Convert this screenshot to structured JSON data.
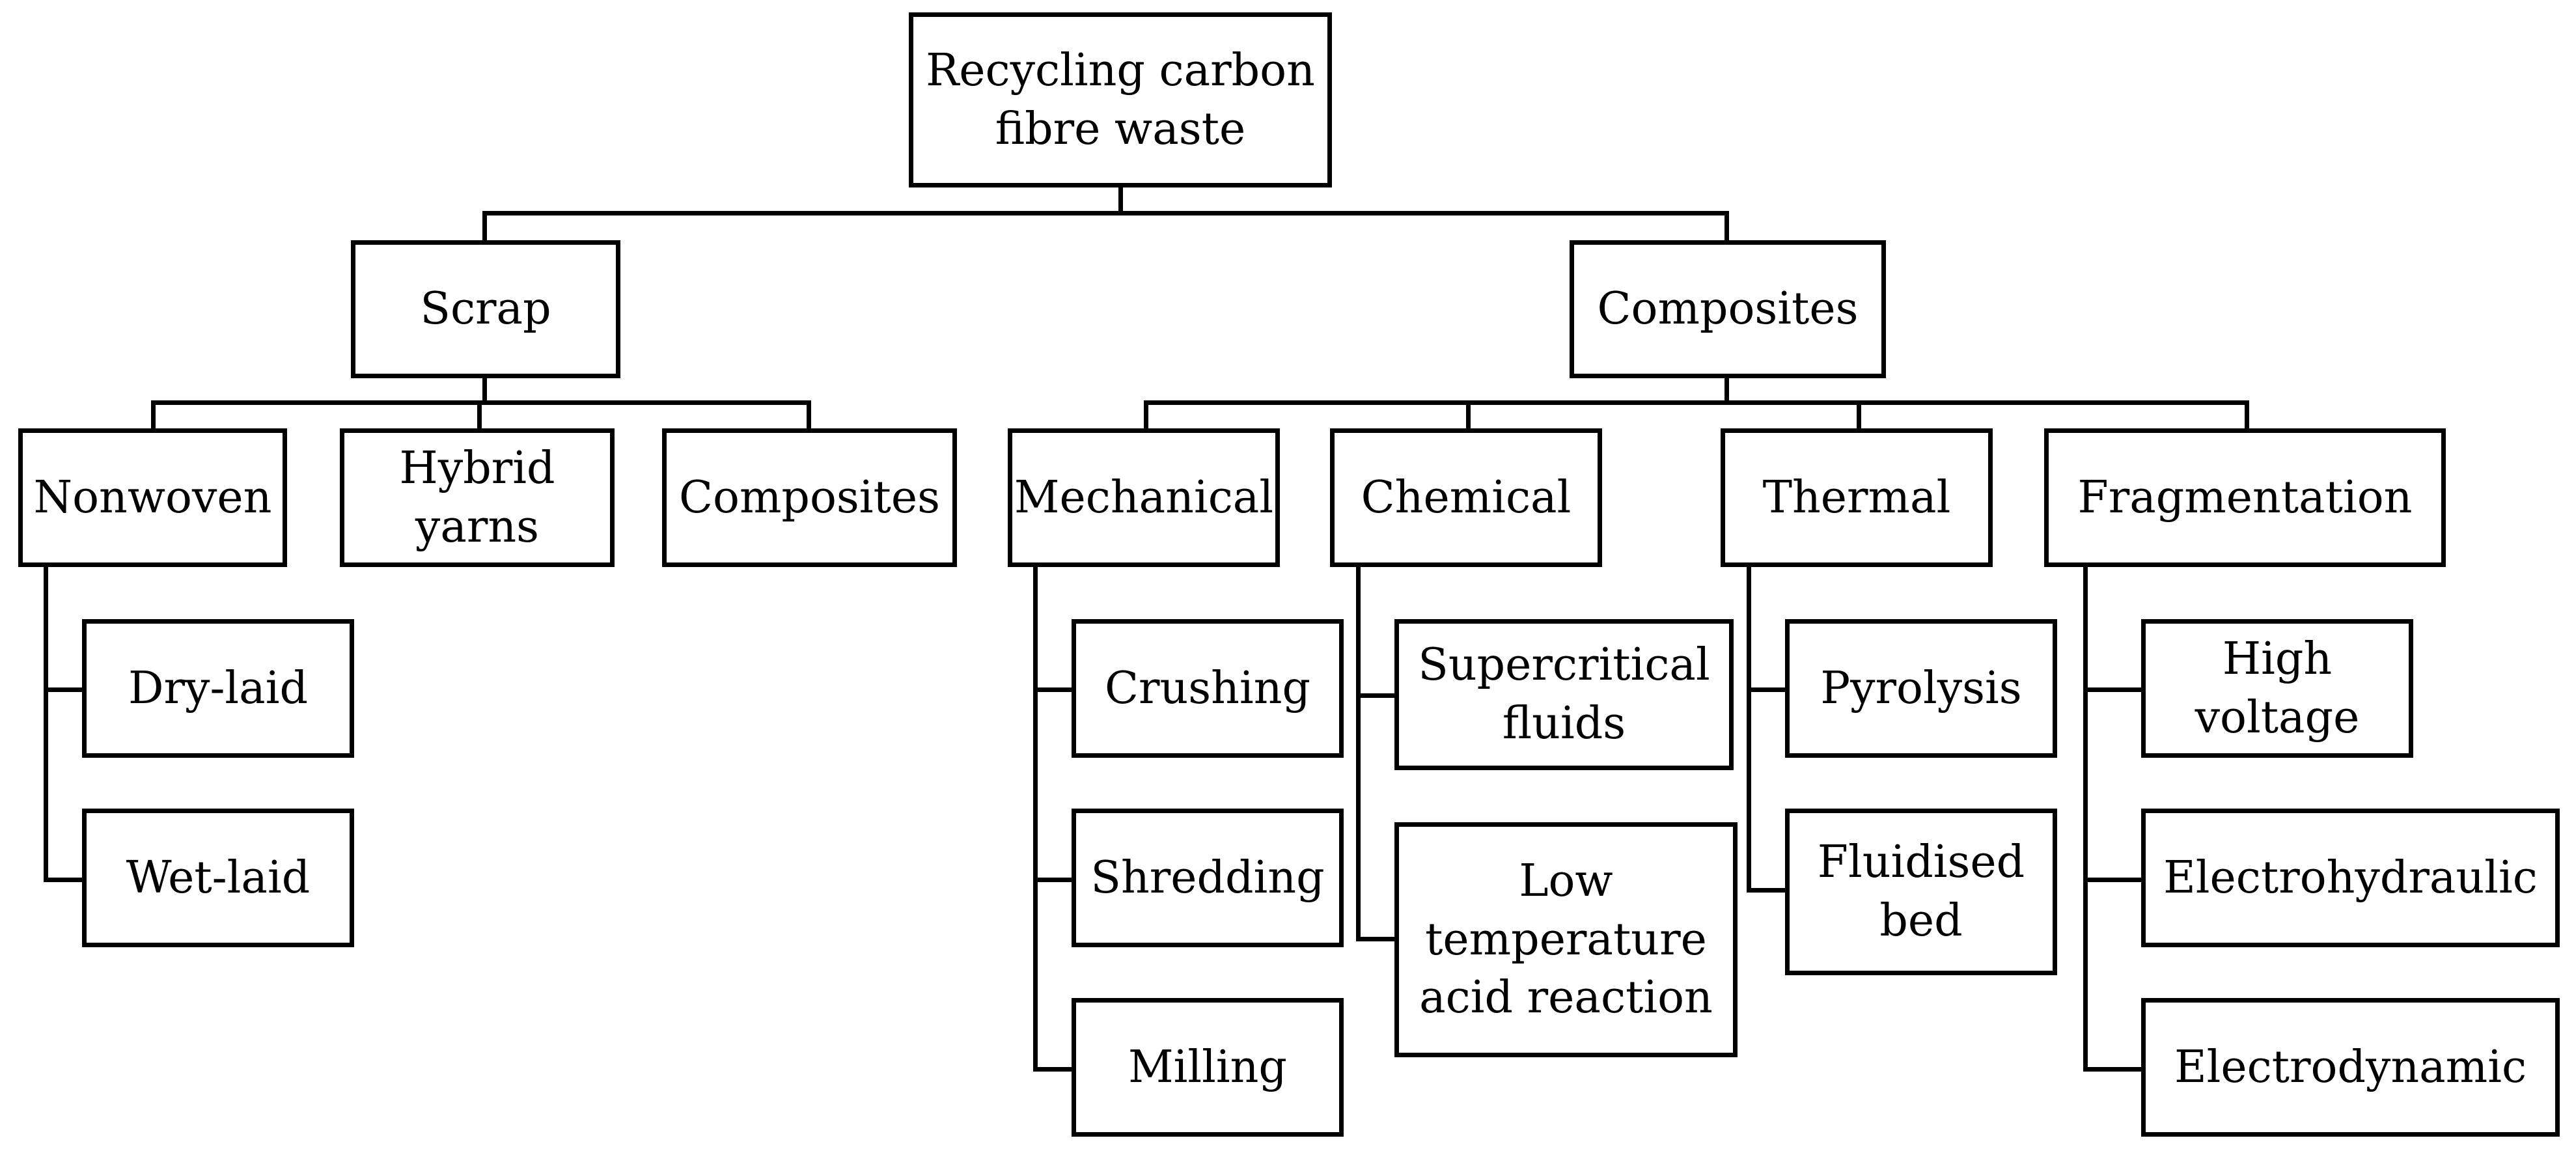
{
  "diagram": {
    "root": [
      "Recycling carbon",
      "fibre waste"
    ],
    "scrap": {
      "label": [
        "Scrap"
      ],
      "children": {
        "nonwoven": {
          "label": [
            "Nonwoven"
          ],
          "children": [
            [
              "Dry-laid"
            ],
            [
              "Wet-laid"
            ]
          ]
        },
        "hybrid_yarns": [
          "Hybrid",
          "yarns"
        ],
        "composites": [
          "Composites"
        ]
      }
    },
    "composites": {
      "label": [
        "Composites"
      ],
      "mechanical": {
        "label": [
          "Mechanical"
        ],
        "children": [
          [
            "Crushing"
          ],
          [
            "Shredding"
          ],
          [
            "Milling"
          ]
        ]
      },
      "chemical": {
        "label": [
          "Chemical"
        ],
        "children": [
          [
            "Supercritical",
            "fluids"
          ],
          [
            "Low",
            "temperature",
            "acid reaction"
          ]
        ]
      },
      "thermal": {
        "label": [
          "Thermal"
        ],
        "children": [
          [
            "Pyrolysis"
          ],
          [
            "Fluidised",
            "bed"
          ]
        ]
      },
      "fragmentation": {
        "label": [
          "Fragmentation"
        ],
        "children": [
          [
            "High",
            "voltage"
          ],
          [
            "Electrohydraulic"
          ],
          [
            "Electrodynamic"
          ]
        ]
      }
    }
  }
}
